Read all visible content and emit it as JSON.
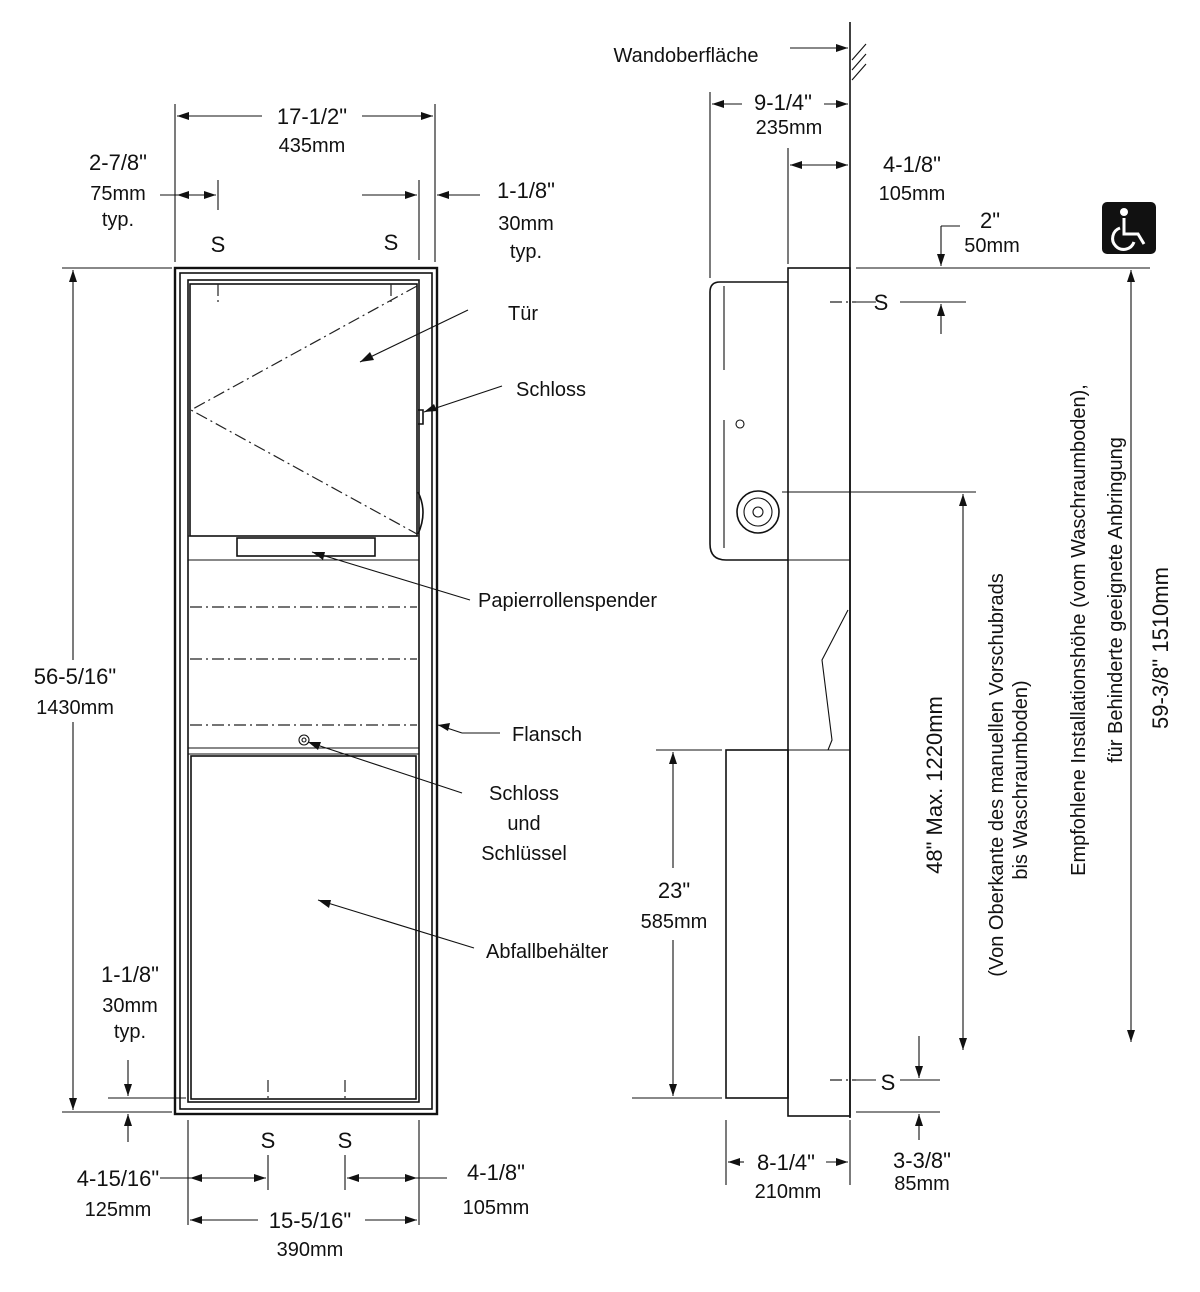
{
  "labels": {
    "wall_surface": "Wandoberfläche",
    "door": "Tür",
    "lock": "Schloss",
    "paper_dispenser": "Papierrollenspender",
    "flange": "Flansch",
    "lock_and_key_1": "Schloss",
    "lock_and_key_2": "und",
    "lock_and_key_3": "Schlüssel",
    "waste_bin": "Abfallbehälter",
    "typ": "typ."
  },
  "dimensions": {
    "width_in": "17-1/2\"",
    "width_mm": "435mm",
    "side_offset_in": "2-7/8\"",
    "side_offset_mm": "75mm",
    "right_offset_in": "1-1/8\"",
    "right_offset_mm": "30mm",
    "height_in": "56-5/16\"",
    "height_mm": "1430mm",
    "bottom_offset_in": "1-1/8\"",
    "bottom_offset_mm": "30mm",
    "bottom_left_in": "4-15/16\"",
    "bottom_left_mm": "125mm",
    "bottom_right_in": "4-1/8\"",
    "bottom_right_mm": "105mm",
    "rough_width_in": "15-5/16\"",
    "rough_width_mm": "390mm",
    "depth_total_in": "9-1/4\"",
    "depth_total_mm": "235mm",
    "depth_recess_in": "4-1/8\"",
    "depth_recess_mm": "105mm",
    "top_offset_in": "2\"",
    "top_offset_mm": "50mm",
    "bin_height_in": "23\"",
    "bin_height_mm": "585mm",
    "bin_depth_in": "8-1/4\"",
    "bin_depth_mm": "210mm",
    "bottom_side_in": "3-3/8\"",
    "bottom_side_mm": "85mm",
    "feed_height": "48\" Max. 1220mm",
    "feed_note_1": "(Von Oberkante des manuellen Vorschubrads",
    "feed_note_2": "bis Waschraumboden)",
    "install_height": "59-3/8\" 1510mm",
    "install_note_1": "Empfohlene Installationshöhe (vom Waschraumboden),",
    "install_note_2": "für Behinderte geeignete Anbringung"
  },
  "screw_marker": "S",
  "icons": {
    "accessibility": "wheelchair-icon"
  }
}
